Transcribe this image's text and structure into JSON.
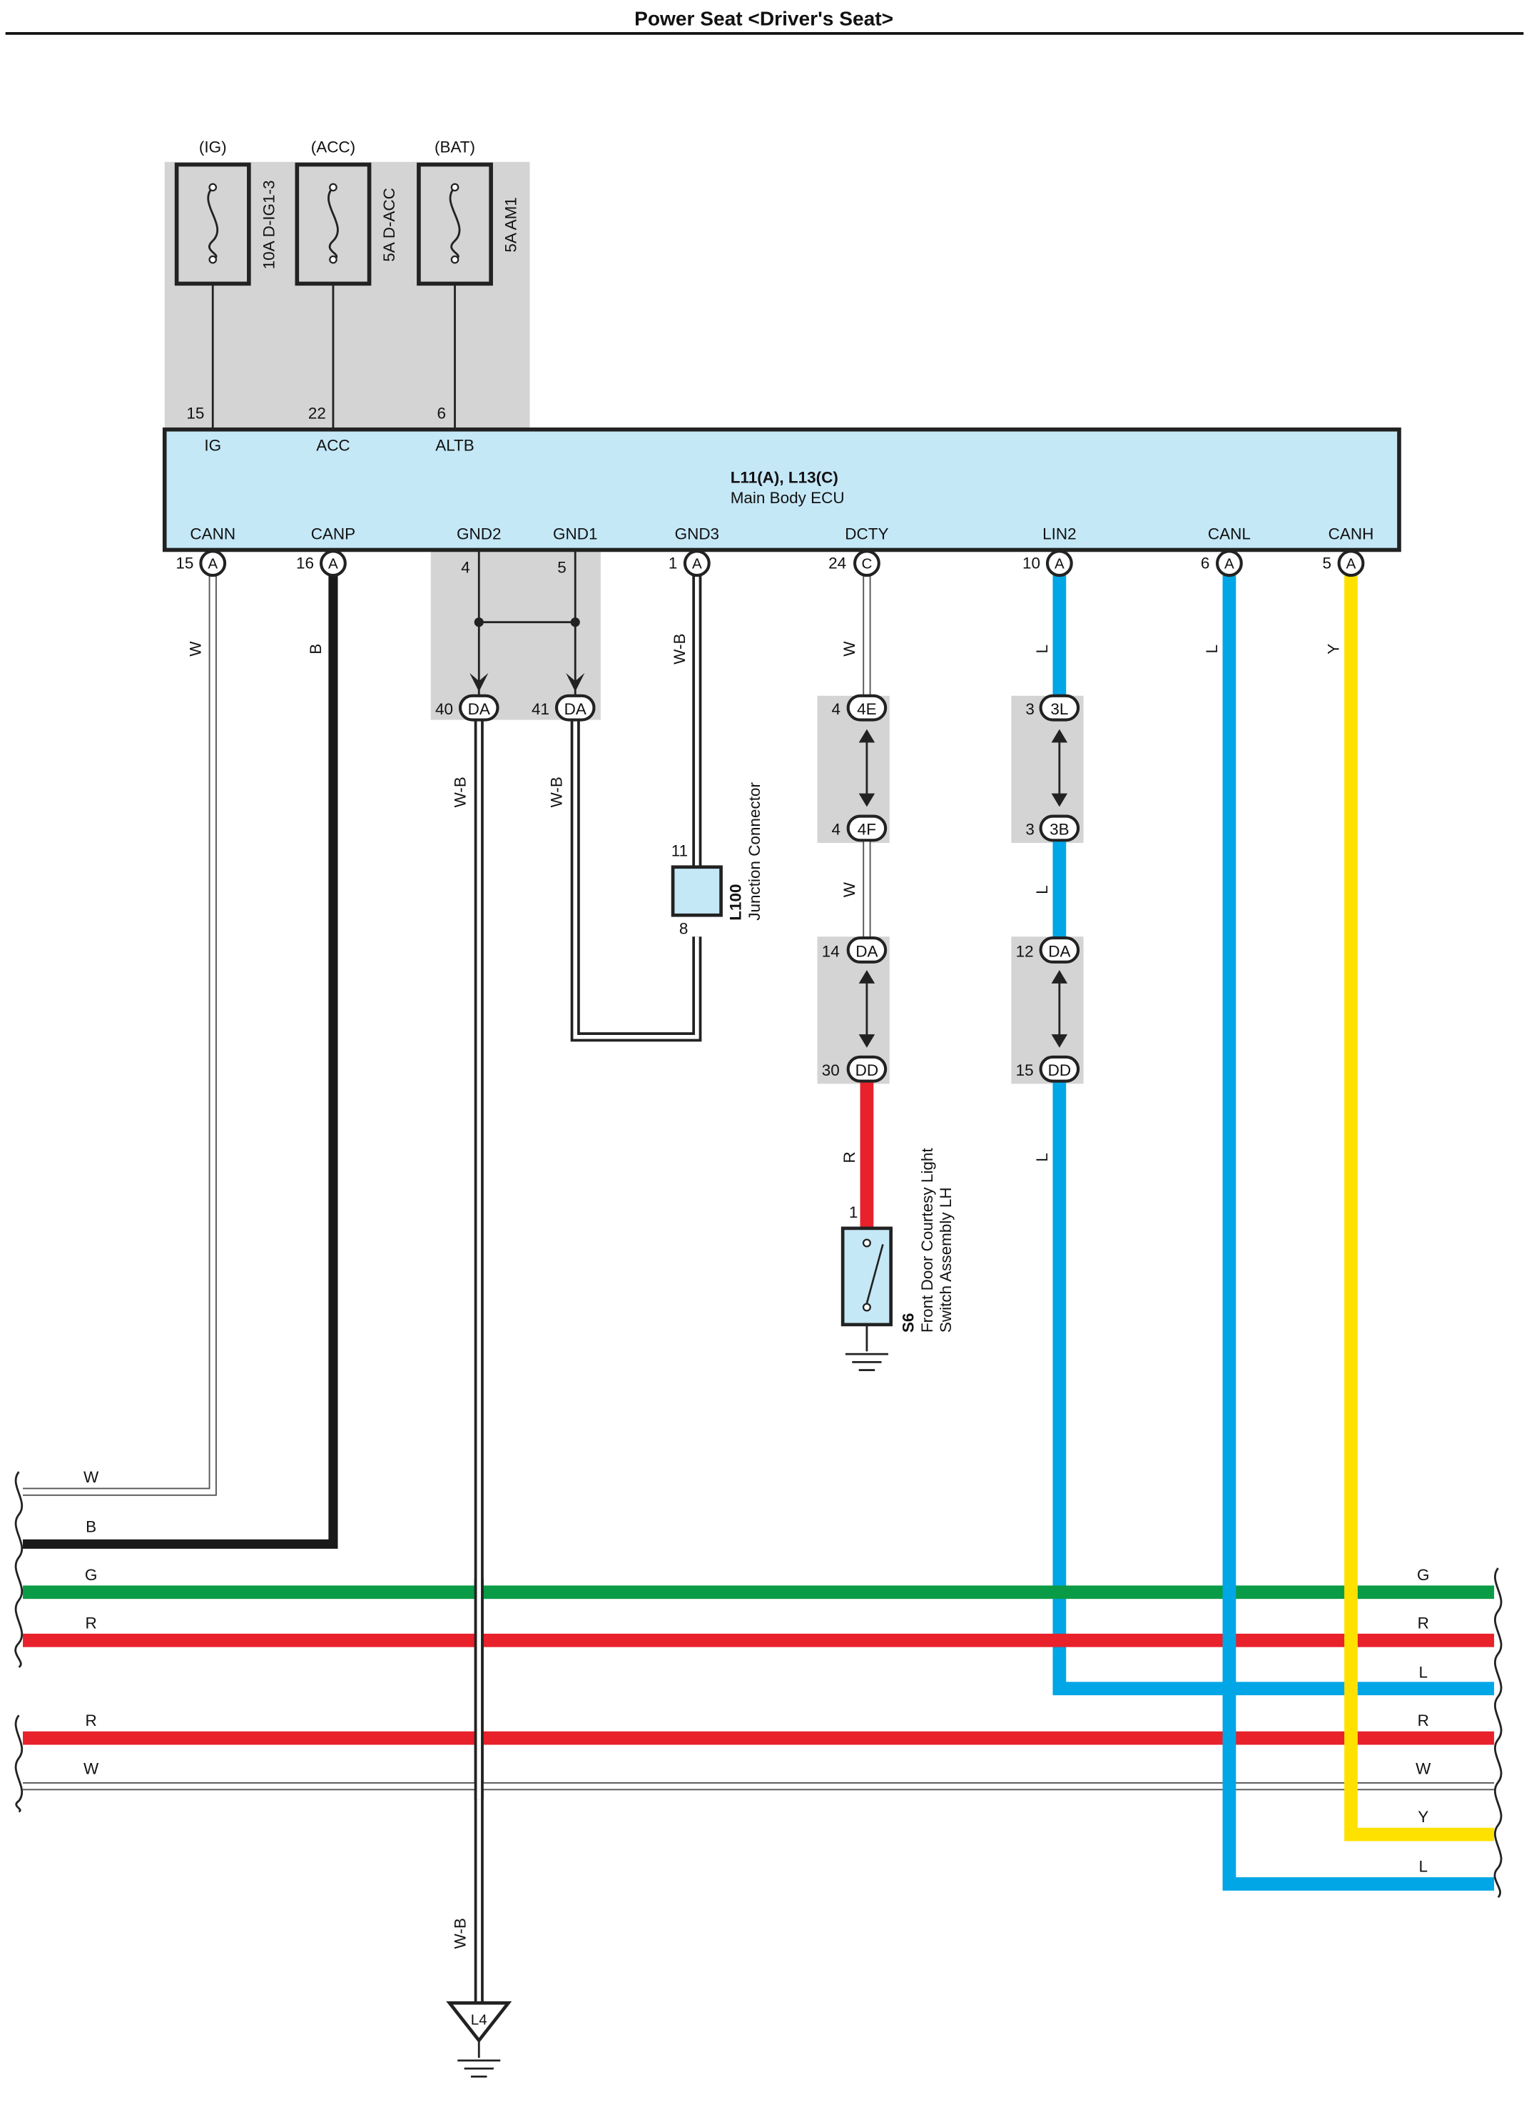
{
  "title": "Power Seat <Driver's Seat>",
  "colors": {
    "W": "#ffffff",
    "B": "#1a1a1a",
    "G": "#0a9b46",
    "R": "#e8212b",
    "L": "#00a6e6",
    "Y": "#ffe100",
    "W-B": "#ffffff",
    "shade": "#d4d4d4",
    "ecu_fill": "#c5e8f7",
    "outline": "#222222"
  },
  "fuses": [
    {
      "source": "(IG)",
      "name": "10A D-IG1-3",
      "pin": "15",
      "terminal": "IG"
    },
    {
      "source": "(ACC)",
      "name": "5A D-ACC",
      "pin": "22",
      "terminal": "ACC"
    },
    {
      "source": "(BAT)",
      "name": "5A AM1",
      "pin": "6",
      "terminal": "ALTB"
    }
  ],
  "ecu": {
    "code": "L11(A), L13(C)",
    "name": "Main Body ECU",
    "terminals": [
      {
        "name": "CANN",
        "pin": "15",
        "conn": "A",
        "wire": "W"
      },
      {
        "name": "CANP",
        "pin": "16",
        "conn": "A",
        "wire": "B"
      },
      {
        "name": "GND2",
        "pin": "4",
        "conn": "",
        "wire": ""
      },
      {
        "name": "GND1",
        "pin": "5",
        "conn": "",
        "wire": ""
      },
      {
        "name": "GND3",
        "pin": "1",
        "conn": "A",
        "wire": "W-B"
      },
      {
        "name": "DCTY",
        "pin": "24",
        "conn": "C",
        "wire": "W"
      },
      {
        "name": "LIN2",
        "pin": "10",
        "conn": "A",
        "wire": "L"
      },
      {
        "name": "CANL",
        "pin": "6",
        "conn": "A",
        "wire": "L"
      },
      {
        "name": "CANH",
        "pin": "5",
        "conn": "A",
        "wire": "Y"
      }
    ]
  },
  "junction_da": [
    {
      "pin": "40",
      "conn": "DA",
      "wire": "W-B"
    },
    {
      "pin": "41",
      "conn": "DA",
      "wire": "W-B"
    }
  ],
  "junction_connector": {
    "code": "L100",
    "name": "Junction Connector",
    "pin_top": "11",
    "pin_bottom": "8"
  },
  "dcty_chain": [
    {
      "pin": "4",
      "conn": "4E"
    },
    {
      "pin": "4",
      "conn": "4F"
    },
    {
      "pin": "14",
      "conn": "DA"
    },
    {
      "pin": "30",
      "conn": "DD"
    }
  ],
  "dcty_wire_mid": "W",
  "dcty_wire_bottom": "R",
  "lin_chain": [
    {
      "pin": "3",
      "conn": "3L"
    },
    {
      "pin": "3",
      "conn": "3B"
    },
    {
      "pin": "12",
      "conn": "DA"
    },
    {
      "pin": "15",
      "conn": "DD"
    }
  ],
  "lin_wire_mid": "L",
  "lin_wire_bottom": "L",
  "switch": {
    "code": "S6",
    "name_line1": "Front Door Courtesy Light",
    "name_line2": "Switch Assembly LH",
    "pin": "1"
  },
  "ground": {
    "code": "L4",
    "wire": "W-B"
  },
  "left_buses": [
    {
      "label": "W",
      "color": "W"
    },
    {
      "label": "B",
      "color": "B"
    },
    {
      "label": "G",
      "color": "G"
    },
    {
      "label": "R",
      "color": "R"
    },
    {
      "label": "R",
      "color": "R"
    },
    {
      "label": "W",
      "color": "W"
    }
  ],
  "right_buses": [
    {
      "label": "G",
      "color": "G"
    },
    {
      "label": "R",
      "color": "R"
    },
    {
      "label": "L",
      "color": "L"
    },
    {
      "label": "R",
      "color": "R"
    },
    {
      "label": "W",
      "color": "W"
    },
    {
      "label": "Y",
      "color": "Y"
    },
    {
      "label": "L",
      "color": "L"
    }
  ]
}
